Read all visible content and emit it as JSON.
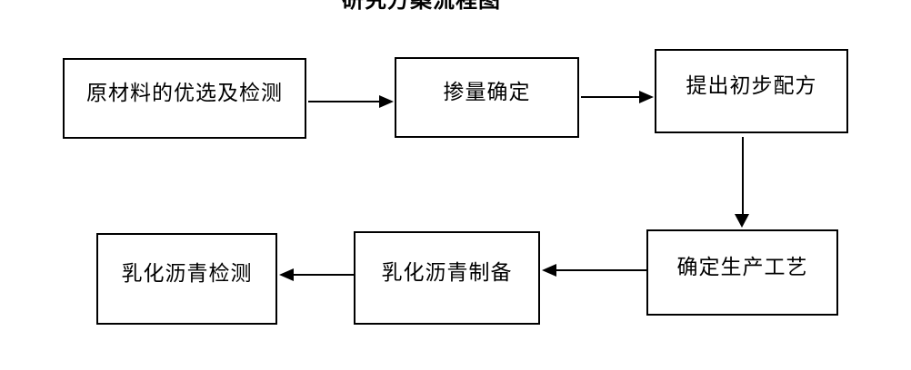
{
  "title": {
    "text": "研究方案流程图"
  },
  "flowchart": {
    "nodes": [
      {
        "id": "raw-material-selection",
        "label": "原材料的优选及检测"
      },
      {
        "id": "dosage-determination",
        "label": "掺量确定"
      },
      {
        "id": "preliminary-formula",
        "label": "提出初步配方"
      },
      {
        "id": "production-process",
        "label": "确定生产工艺"
      },
      {
        "id": "emulsified-asphalt-preparation",
        "label": "乳化沥青制备"
      },
      {
        "id": "emulsified-asphalt-testing",
        "label": "乳化沥青检测"
      }
    ],
    "edges": [
      {
        "from": "原材料的优选及检测",
        "to": "掺量确定",
        "direction": "right"
      },
      {
        "from": "掺量确定",
        "to": "提出初步配方",
        "direction": "right"
      },
      {
        "from": "提出初步配方",
        "to": "确定生产工艺",
        "direction": "down"
      },
      {
        "from": "确定生产工艺",
        "to": "乳化沥青制备",
        "direction": "left"
      },
      {
        "from": "乳化沥青制备",
        "to": "乳化沥青检测",
        "direction": "left"
      }
    ]
  },
  "colors": {
    "background": "#ffffff",
    "line": "#000000",
    "text": "#000000"
  }
}
